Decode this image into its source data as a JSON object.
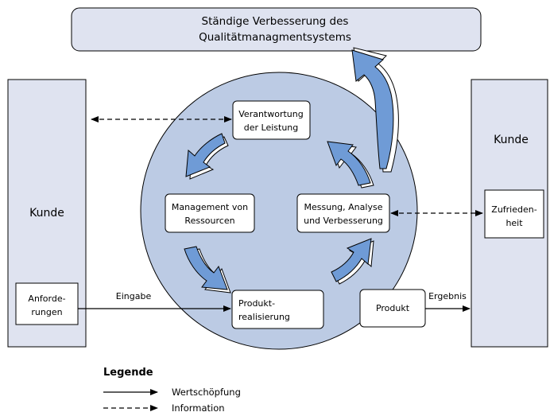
{
  "top_box": {
    "line1": "Ständige Verbesserung des",
    "line2": "Qualitätmanagmentsystems"
  },
  "left_customer": {
    "title": "Kunde",
    "inner_line1": "Anforde-",
    "inner_line2": "rungen"
  },
  "right_customer": {
    "title": "Kunde",
    "inner_line1": "Zufrieden-",
    "inner_line2": "heit"
  },
  "processes": {
    "responsibility": {
      "line1": "Verantwortung",
      "line2": "der Leistung"
    },
    "resources": {
      "line1": "Management von",
      "line2": "Ressourcen"
    },
    "measurement": {
      "line1": "Messung, Analyse",
      "line2": "und Verbesserung"
    },
    "realization": {
      "line1": "Produkt-",
      "line2": "realisierung"
    },
    "product": {
      "line1": "Produkt"
    }
  },
  "flow_labels": {
    "input": "Eingabe",
    "output": "Ergebnis"
  },
  "legend": {
    "title": "Legende",
    "value_creation": "Wertschöpfung",
    "information": "Information"
  },
  "colors": {
    "panel_fill": "#dfe3f0",
    "circle_fill": "#bccbe4",
    "arrow_fill": "#6f9bd6",
    "stroke": "#000000"
  }
}
